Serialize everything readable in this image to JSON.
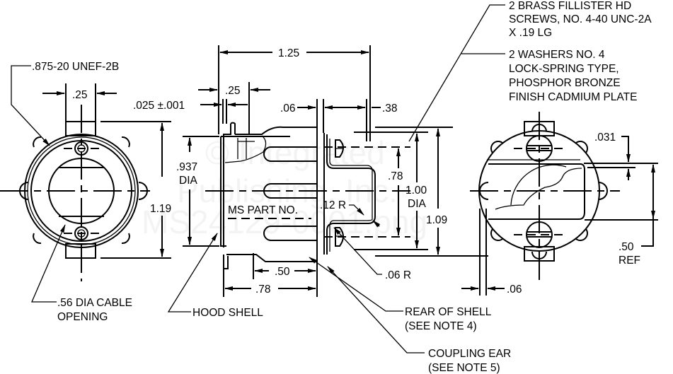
{
  "title": "MS24129 Connector Hood Assembly",
  "watermark": {
    "line1": "© Integrated",
    "line2": "Publishing, Inc.",
    "line3": "MS24129-0001.png"
  },
  "front_view": {
    "thread_callout": ".875-20 UNEF-2B",
    "ear_width": ".25",
    "overall_height": "1.19",
    "cable_opening_line1": ".56 DIA CABLE",
    "cable_opening_line2": "OPENING"
  },
  "side_view": {
    "overall_length": "1.25",
    "wall_thickness": ".025 ±.001",
    "flange_width": ".25",
    "inner_dia_value": ".937",
    "inner_dia_unit": "DIA",
    "part_no_label": "MS PART NO.",
    "ear_thickness": ".06",
    "ear_length": ".38",
    "bend_radius": ".12 R",
    "ear_spacing": ".78",
    "outer_dia_value": "1.00",
    "outer_dia_unit": "DIA",
    "overall_height": "1.09",
    "corner_radius": ".06 R",
    "slot_length": ".50",
    "body_length": ".78",
    "hood_shell_label": "HOOD SHELL",
    "rear_shell_line1": "REAR OF SHELL",
    "rear_shell_line2": "(SEE NOTE 4)",
    "coupling_ear_line1": "COUPLING EAR",
    "coupling_ear_line2": "(SEE NOTE 5)"
  },
  "rear_view": {
    "offset": ".031",
    "ref_value": ".50",
    "ref_label": "REF",
    "ear_thickness": ".06"
  },
  "notes": {
    "screws_line1": "2 BRASS FILLISTER HD",
    "screws_line2": "SCREWS, NO. 4-40 UNC-2A",
    "screws_line3": "X .19 LG",
    "washers_line1": "2 WASHERS NO. 4",
    "washers_line2": "LOCK-SPRING TYPE,",
    "washers_line3": "PHOSPHOR BRONZE",
    "washers_line4": "FINISH CADMIUM PLATE"
  }
}
